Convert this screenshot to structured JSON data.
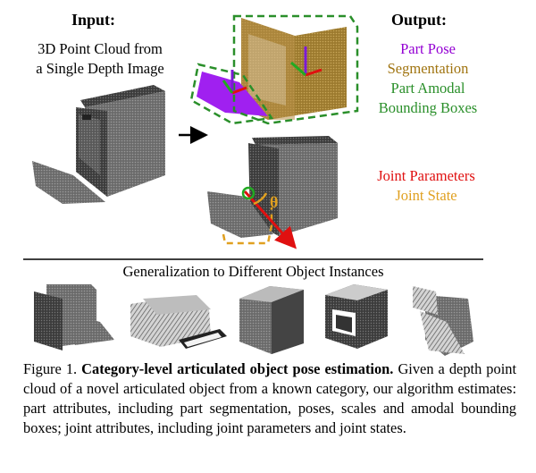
{
  "figure": {
    "input_heading": "Input:",
    "input_desc_line1": "3D Point Cloud from",
    "input_desc_line2": "a Single Depth Image",
    "output_heading": "Output:",
    "outputs": [
      {
        "label": "Part Pose",
        "color": "#9400d3"
      },
      {
        "label": "Segmentation",
        "color": "#a07410"
      },
      {
        "label": "Part Amodal",
        "color": "#2a8f2a"
      },
      {
        "label": "Bounding Boxes",
        "color": "#2a8f2a"
      }
    ],
    "joint_outputs": [
      {
        "label": "Joint Parameters",
        "color": "#e01010"
      },
      {
        "label": "Joint State",
        "color": "#e0a020"
      }
    ],
    "theta_symbol": "θ",
    "generalization_title": "Generalization to Different Object Instances",
    "caption_prefix": "Figure 1.",
    "caption_bold": "Category-level articulated object pose estimation.",
    "caption_text": "Given a depth point cloud of a novel articulated object from a known category, our algorithm estimates: part attributes, including part segmentation, poses, scales and amodal bounding boxes; joint attributes, including joint parameters and joint states."
  }
}
